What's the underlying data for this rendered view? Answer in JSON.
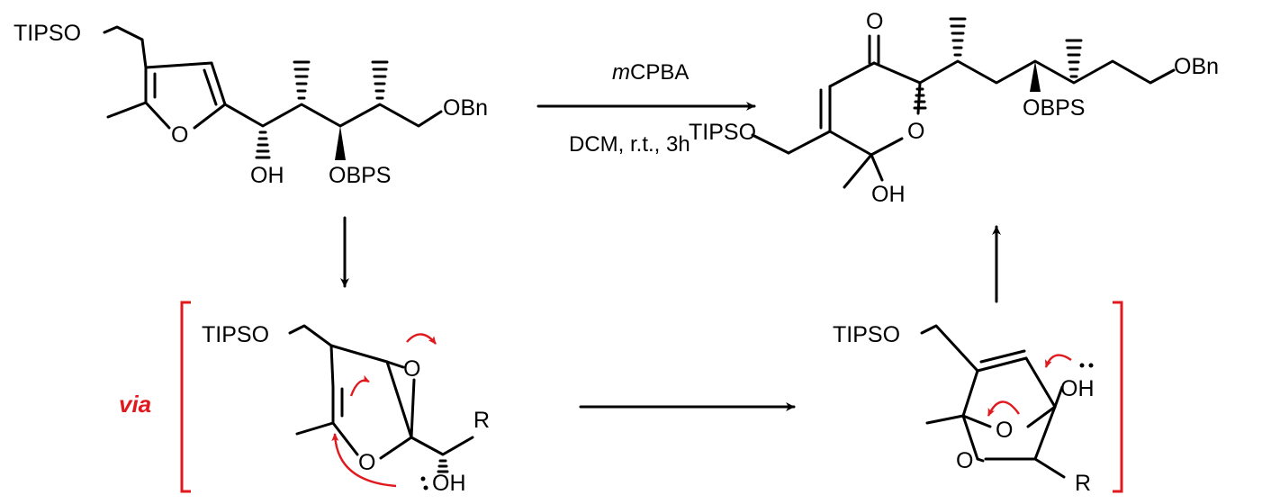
{
  "labels": {
    "tipso": "TIPSO",
    "obn": "OBn",
    "oh": "OH",
    "obps": "OBPS",
    "o": "O",
    "r": "R"
  },
  "conditions": {
    "reagent_prefix": "m",
    "reagent": "CPBA",
    "solvent": "DCM, r.t., 3h"
  },
  "via_label": "via",
  "colors": {
    "ink": "#000000",
    "accent": "#e0191e"
  }
}
